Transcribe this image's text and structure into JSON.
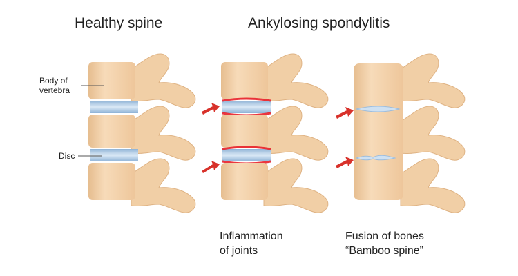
{
  "titles": {
    "healthy": "Healthy spine",
    "disease": "Ankylosing spondylitis"
  },
  "labels": {
    "body_of_vertebra_line1": "Body of",
    "body_of_vertebra_line2": "vertebra",
    "disc": "Disc"
  },
  "captions": {
    "inflammation_line1": "Inflammation",
    "inflammation_line2": "of joints",
    "fusion_line1": "Fusion of bones",
    "fusion_line2": "“Bamboo spine”"
  },
  "colors": {
    "bone": "#f4d3ad",
    "bone_shade": "#e3b98a",
    "disc": "#bcd6ec",
    "disc_shade": "#8fb3d6",
    "inflammation": "#e8202a",
    "arrow": "#d8312a"
  }
}
